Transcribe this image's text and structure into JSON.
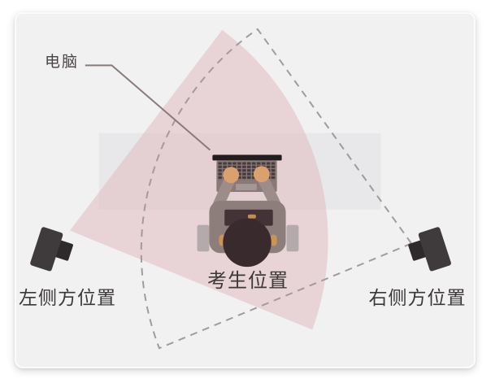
{
  "diagram": {
    "title_hint": "exam proctoring camera placement diagram",
    "labels": {
      "computer": "电脑",
      "examinee_position": "考生位置",
      "left_camera_position": "左侧方位置",
      "right_camera_position": "右侧方位置"
    },
    "colors": {
      "page_background": "#ffffff",
      "card_background": "#f1f1f2",
      "left_camera_fov_pink": "#e0b6ba",
      "right_camera_fov_dash": "#a29a9c",
      "desk": "#e8e8ea",
      "leader_line": "#8a7a7a",
      "label_text": "#3d3838",
      "camera_body": "#3f3b3d",
      "camera_lens": "#2e2a2c",
      "skin": "#daa06d",
      "head": "#392a2d",
      "clothes": "#8d7d7b"
    }
  }
}
